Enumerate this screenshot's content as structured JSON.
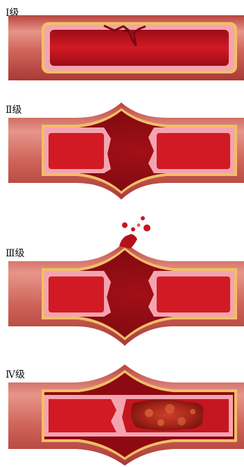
{
  "grades": [
    {
      "label": "Ⅰ级"
    },
    {
      "label": "Ⅱ级"
    },
    {
      "label": "Ⅲ级"
    },
    {
      "label": "Ⅳ级"
    }
  ],
  "colors": {
    "outer_wall": "#c9574f",
    "outer_wall_highlight": "#e89a8c",
    "media_layer": "#f4c26a",
    "intima_pink": "#f6a8b2",
    "lumen_blood": "#c41620",
    "lumen_dark": "#8d0a12",
    "hematoma": "#9a0e14",
    "thrombus": "#b3241a"
  }
}
